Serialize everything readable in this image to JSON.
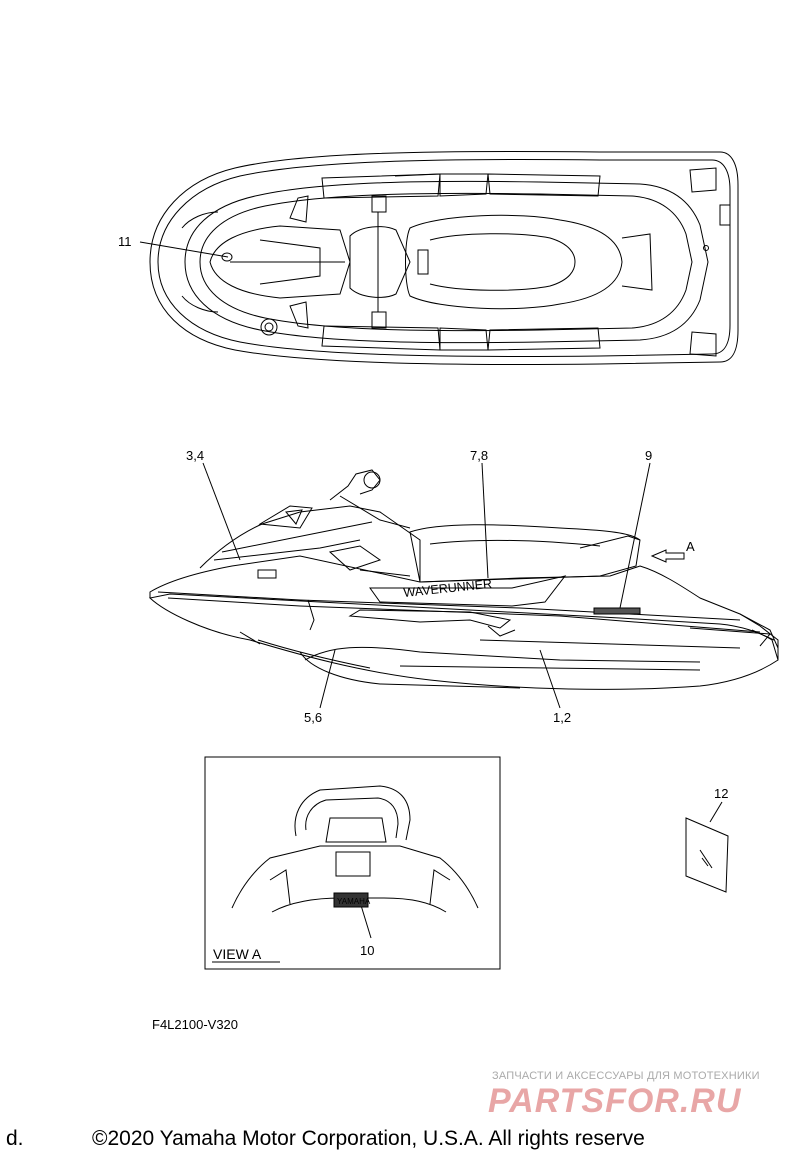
{
  "callouts": {
    "c11": "11",
    "c34": "3,4",
    "c78": "7,8",
    "c9": "9",
    "cA": "A",
    "c56": "5,6",
    "c12_": "1,2",
    "c12": "12",
    "c10": "10"
  },
  "view_label": "VIEW A",
  "drawing_code": "F4L2100-V320",
  "decal_text": {
    "waverunner": "WAVERUNNER",
    "yamaha": "YAMAHA"
  },
  "watermark": {
    "caption": "ЗАПЧАСТИ И АКСЕССУАРЫ ДЛЯ МОТОТЕХНИКИ",
    "logo": "PARTSFOR.RU"
  },
  "footer": {
    "left": "d.",
    "right": "©2020 Yamaha Motor Corporation, U.S.A. All rights reserve"
  }
}
